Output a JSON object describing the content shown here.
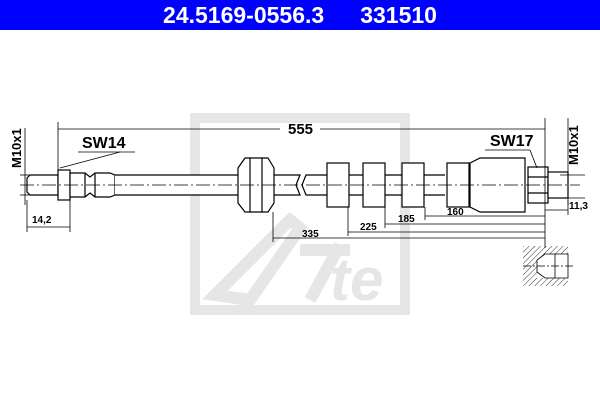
{
  "header": {
    "part_number": "24.5169-0556.3",
    "ref_number": "331510"
  },
  "drawing": {
    "total_length": "555",
    "left_wrench": "SW14",
    "right_wrench": "SW17",
    "left_thread": "M10x1",
    "right_thread": "M10x1",
    "left_thread_length": "14,2",
    "right_thread_length": "11,3",
    "dims": [
      "160",
      "185",
      "225",
      "335"
    ],
    "watermark": "ate"
  },
  "colors": {
    "header_bg": "#0000ff",
    "watermark": "#e6e6e6"
  }
}
